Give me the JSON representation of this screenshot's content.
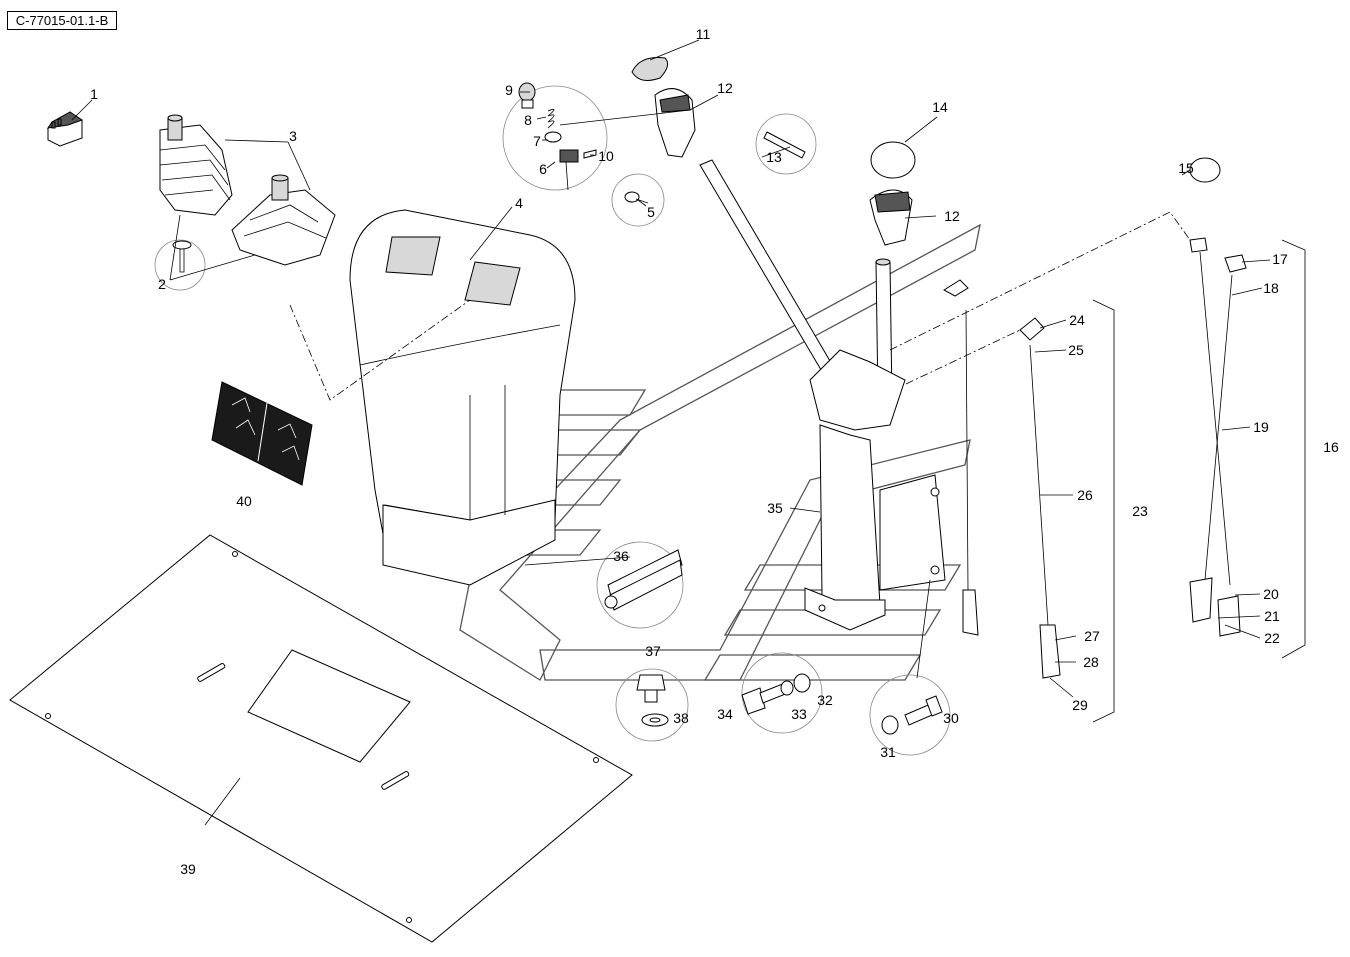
{
  "diagram_code": "C-77015-01.1-B",
  "callouts": [
    {
      "id": "1",
      "label": "1"
    },
    {
      "id": "2",
      "label": "2"
    },
    {
      "id": "3",
      "label": "3"
    },
    {
      "id": "4",
      "label": "4"
    },
    {
      "id": "5",
      "label": "5"
    },
    {
      "id": "6",
      "label": "6"
    },
    {
      "id": "7",
      "label": "7"
    },
    {
      "id": "8",
      "label": "8"
    },
    {
      "id": "9",
      "label": "9"
    },
    {
      "id": "10",
      "label": "10"
    },
    {
      "id": "11",
      "label": "11"
    },
    {
      "id": "12a",
      "label": "12"
    },
    {
      "id": "12b",
      "label": "12"
    },
    {
      "id": "13",
      "label": "13"
    },
    {
      "id": "14",
      "label": "14"
    },
    {
      "id": "15",
      "label": "15"
    },
    {
      "id": "16",
      "label": "16"
    },
    {
      "id": "17",
      "label": "17"
    },
    {
      "id": "18",
      "label": "18"
    },
    {
      "id": "19",
      "label": "19"
    },
    {
      "id": "20",
      "label": "20"
    },
    {
      "id": "21",
      "label": "21"
    },
    {
      "id": "22",
      "label": "22"
    },
    {
      "id": "23",
      "label": "23"
    },
    {
      "id": "24",
      "label": "24"
    },
    {
      "id": "25",
      "label": "25"
    },
    {
      "id": "26",
      "label": "26"
    },
    {
      "id": "27",
      "label": "27"
    },
    {
      "id": "28",
      "label": "28"
    },
    {
      "id": "29",
      "label": "29"
    },
    {
      "id": "30",
      "label": "30"
    },
    {
      "id": "31",
      "label": "31"
    },
    {
      "id": "32",
      "label": "32"
    },
    {
      "id": "33",
      "label": "33"
    },
    {
      "id": "34",
      "label": "34"
    },
    {
      "id": "35",
      "label": "35"
    },
    {
      "id": "36",
      "label": "36"
    },
    {
      "id": "37",
      "label": "37"
    },
    {
      "id": "38",
      "label": "38"
    },
    {
      "id": "39",
      "label": "39"
    },
    {
      "id": "40",
      "label": "40"
    }
  ],
  "colors": {
    "line": "#000000",
    "fill": "#ffffff",
    "shade": "#d8d8d8",
    "decal": "#1a1a1a",
    "watermark": "#555555"
  }
}
